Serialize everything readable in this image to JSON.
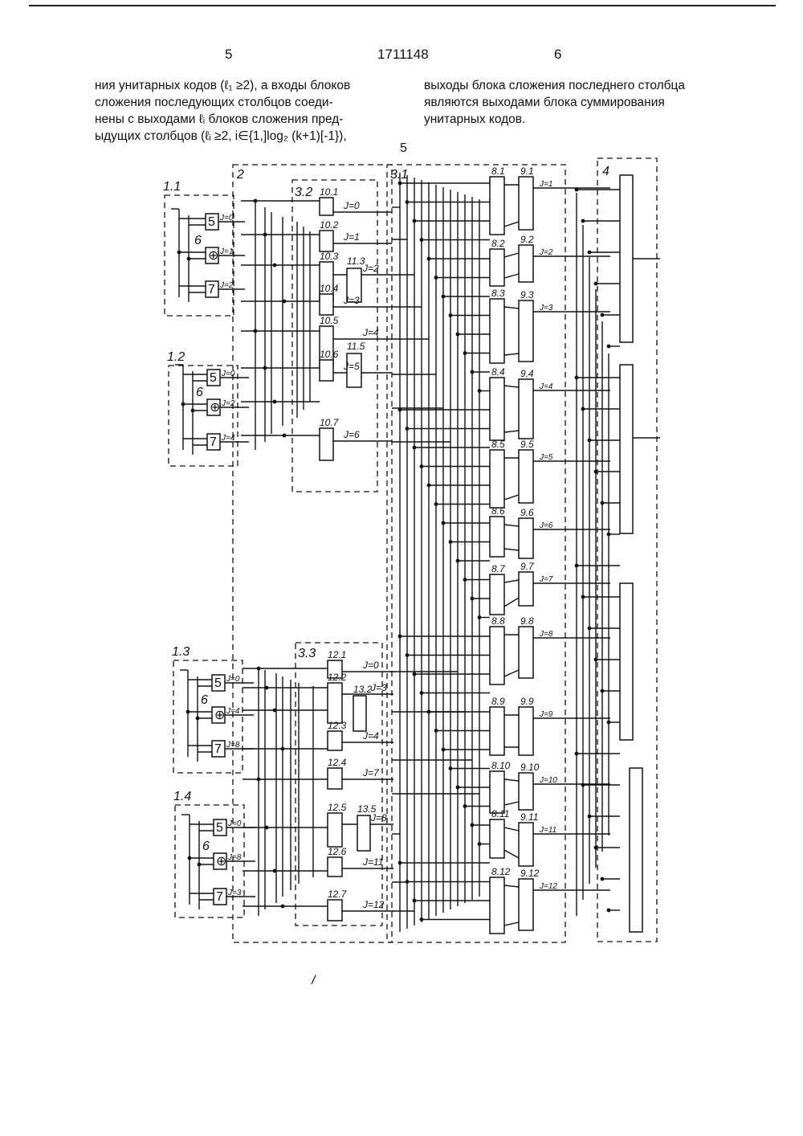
{
  "header": {
    "page_left": "5",
    "patent_number": "1711148",
    "page_right": "6"
  },
  "left_column": [
    "ния унитарных кодов (ℓ₁ ≥2), а входы блоков",
    "сложения последующих столбцов соеди-",
    "нены с выходами ℓᵢ блоков сложения пред-",
    "ыдущих столбцов (ℓᵢ ≥2, i∈{1,]log₂ (k+1)[-1}),"
  ],
  "right_column": [
    "выходы блока сложения последнего столбца",
    "являются выходами блока суммирования",
    "унитарных кодов."
  ],
  "line_marker": "5",
  "figure": {
    "group_labels": {
      "g1_1": "1.1",
      "g1_2": "1.2",
      "g1_3": "1.3",
      "g1_4": "1.4",
      "b2": "2",
      "b3_2": "3.2",
      "b3_3": "3.3",
      "b3_1": "3.1",
      "b4": "4"
    },
    "gate_labels": {
      "g5": "5",
      "g6": "6",
      "g7": "7",
      "xor": "⊕"
    },
    "j11": [
      "J=0",
      "J=1",
      "J=2"
    ],
    "j12": [
      "J=0",
      "J=2",
      "J=4"
    ],
    "j13": [
      "J=0",
      "J=4",
      "J=8"
    ],
    "j14": [
      "J=0",
      "J=8",
      "J=3"
    ],
    "blocks10": [
      "10.1",
      "10.2",
      "10.3",
      "10.4",
      "10.5",
      "10.6",
      "10.7"
    ],
    "j10": [
      "J=0",
      "J=1",
      "J=2",
      "J=3",
      "J=4",
      "J=5",
      "J=6"
    ],
    "blocks11": [
      "11.3",
      "11.5"
    ],
    "blocks12": [
      "12.1",
      "12.2",
      "12.3",
      "12.4",
      "12.5",
      "12.6",
      "12.7"
    ],
    "j12b": [
      "J=0",
      "J=3",
      "J=4",
      "J=7",
      "J=8",
      "J=11",
      "J=12"
    ],
    "blocks13": [
      "13.2",
      "13.5"
    ],
    "blocks8": [
      "8.1",
      "8.2",
      "8.3",
      "8.4",
      "8.5",
      "8.6",
      "8.7",
      "8.8",
      "8.9",
      "8.10",
      "8.11",
      "8.12"
    ],
    "blocks9": [
      "9.1",
      "9.2",
      "9.3",
      "9.4",
      "9.5",
      "9.6",
      "9.7",
      "9.8",
      "9.9",
      "9.10",
      "9.11",
      "9.12"
    ],
    "j9": [
      "J=1",
      "J=2",
      "J=3",
      "J=4",
      "J=5",
      "J=6",
      "J=7",
      "J=8",
      "J=9",
      "J=10",
      "J=11",
      "J=12"
    ]
  },
  "footer_mark": "/"
}
